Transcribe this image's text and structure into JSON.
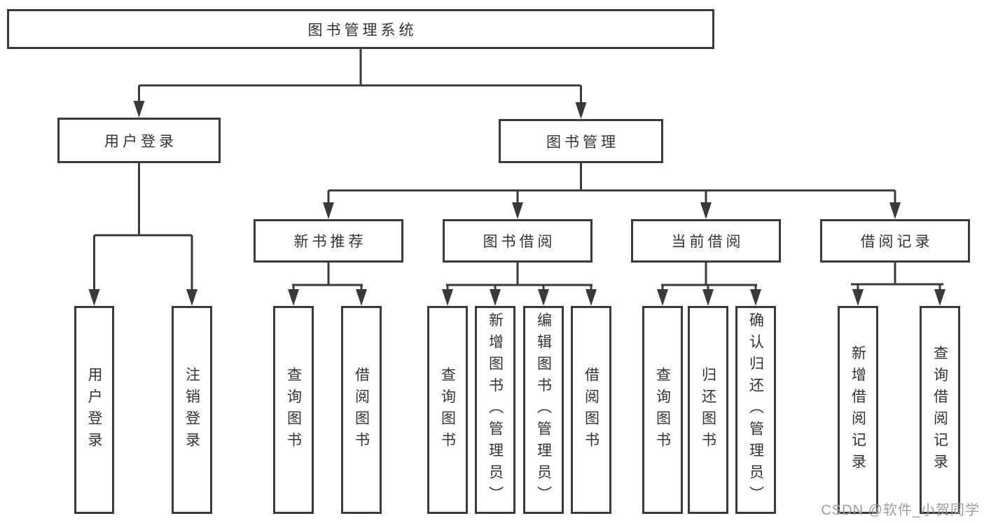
{
  "tree": {
    "root": {
      "label": "图书管理系统"
    },
    "branches": [
      {
        "label": "用户登录",
        "children": [
          {
            "label": "用户登录"
          },
          {
            "label": "注销登录"
          }
        ]
      },
      {
        "label": "图书管理",
        "children": [
          {
            "label": "新书推荐",
            "children": [
              {
                "label": "查询图书"
              },
              {
                "label": "借阅图书"
              }
            ]
          },
          {
            "label": "图书借阅",
            "children": [
              {
                "label": "查询图书"
              },
              {
                "label": "新增图书（管理员）"
              },
              {
                "label": "编辑图书（管理员）"
              },
              {
                "label": "借阅图书"
              }
            ]
          },
          {
            "label": "当前借阅",
            "children": [
              {
                "label": "查询图书"
              },
              {
                "label": "归还图书"
              },
              {
                "label": "确认归还（管理员）"
              }
            ]
          },
          {
            "label": "借阅记录",
            "children": [
              {
                "label": "新增借阅记录"
              },
              {
                "label": "查询借阅记录"
              }
            ]
          }
        ]
      }
    ]
  },
  "watermark": "CSDN @软件_小贺同学",
  "colors": {
    "line": "#3a3a3a",
    "text": "#333333",
    "watermark": "#9e9e9e",
    "background": "#ffffff"
  }
}
